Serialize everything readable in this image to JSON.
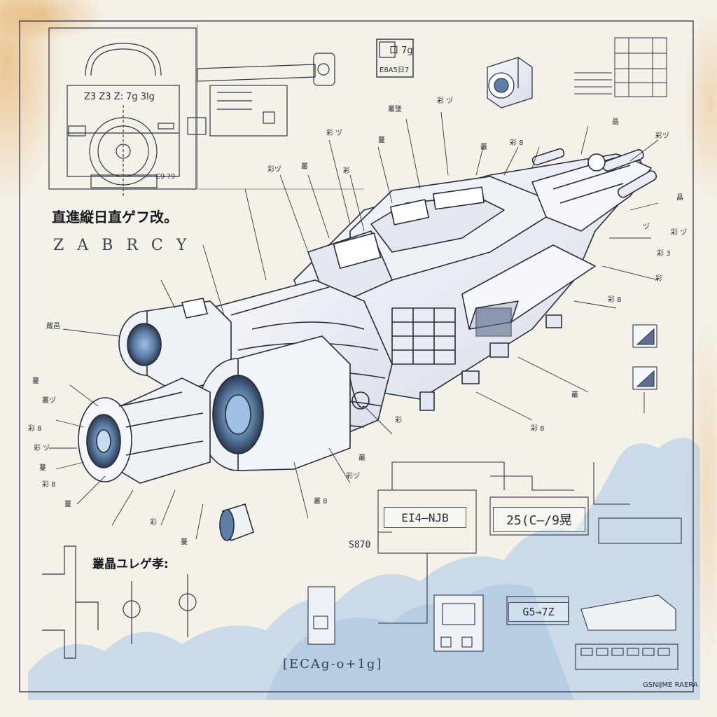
{
  "title_block": {
    "heading": "直進縦日直ゲフ改。",
    "subheading": "Z A B R C Y",
    "stamp": "口 7g",
    "stamp_caption": "E8A5日7"
  },
  "top_left_view": {
    "caption": "Z3 Z3 Z: 7g 3lg",
    "sub": "C9 ?9"
  },
  "callouts": {
    "top_row": [
      "叢墜",
      "彩 ヅ",
      "彩 ヅ",
      "彩ヅ",
      "叢",
      "彩",
      "蔓",
      "叢",
      "彩 8",
      "晶",
      "彩ヅ"
    ],
    "left_col": [
      "蔵邑",
      "蔓",
      "叢ヅ",
      "彩 8",
      "彩 ヅ",
      "蔓",
      "彩 8",
      "蔓"
    ],
    "right_col": [
      "晶",
      "彩 ヅ",
      "ヅ",
      "彩 3",
      "彩",
      "彩 8"
    ],
    "bottom": [
      "彩",
      "叢",
      "彩 8",
      "叢",
      "彩ヅ",
      "叢 8",
      "彩",
      "蔓"
    ]
  },
  "readouts": {
    "r1": "ЕI4—NJB",
    "r2": "25(C—/9晃",
    "r3": "S870",
    "r4": "G5→7Z",
    "scale": "[ECAg-o+1g]",
    "footer": "GSNIJME RAERA"
  },
  "bottom_left": {
    "heading": "叢晶ユレゲ孝:"
  },
  "colors": {
    "paper": "#f4f1e8",
    "ink": "#2a3040",
    "wash": "#a9c6e6",
    "stain": "#e8b064"
  }
}
